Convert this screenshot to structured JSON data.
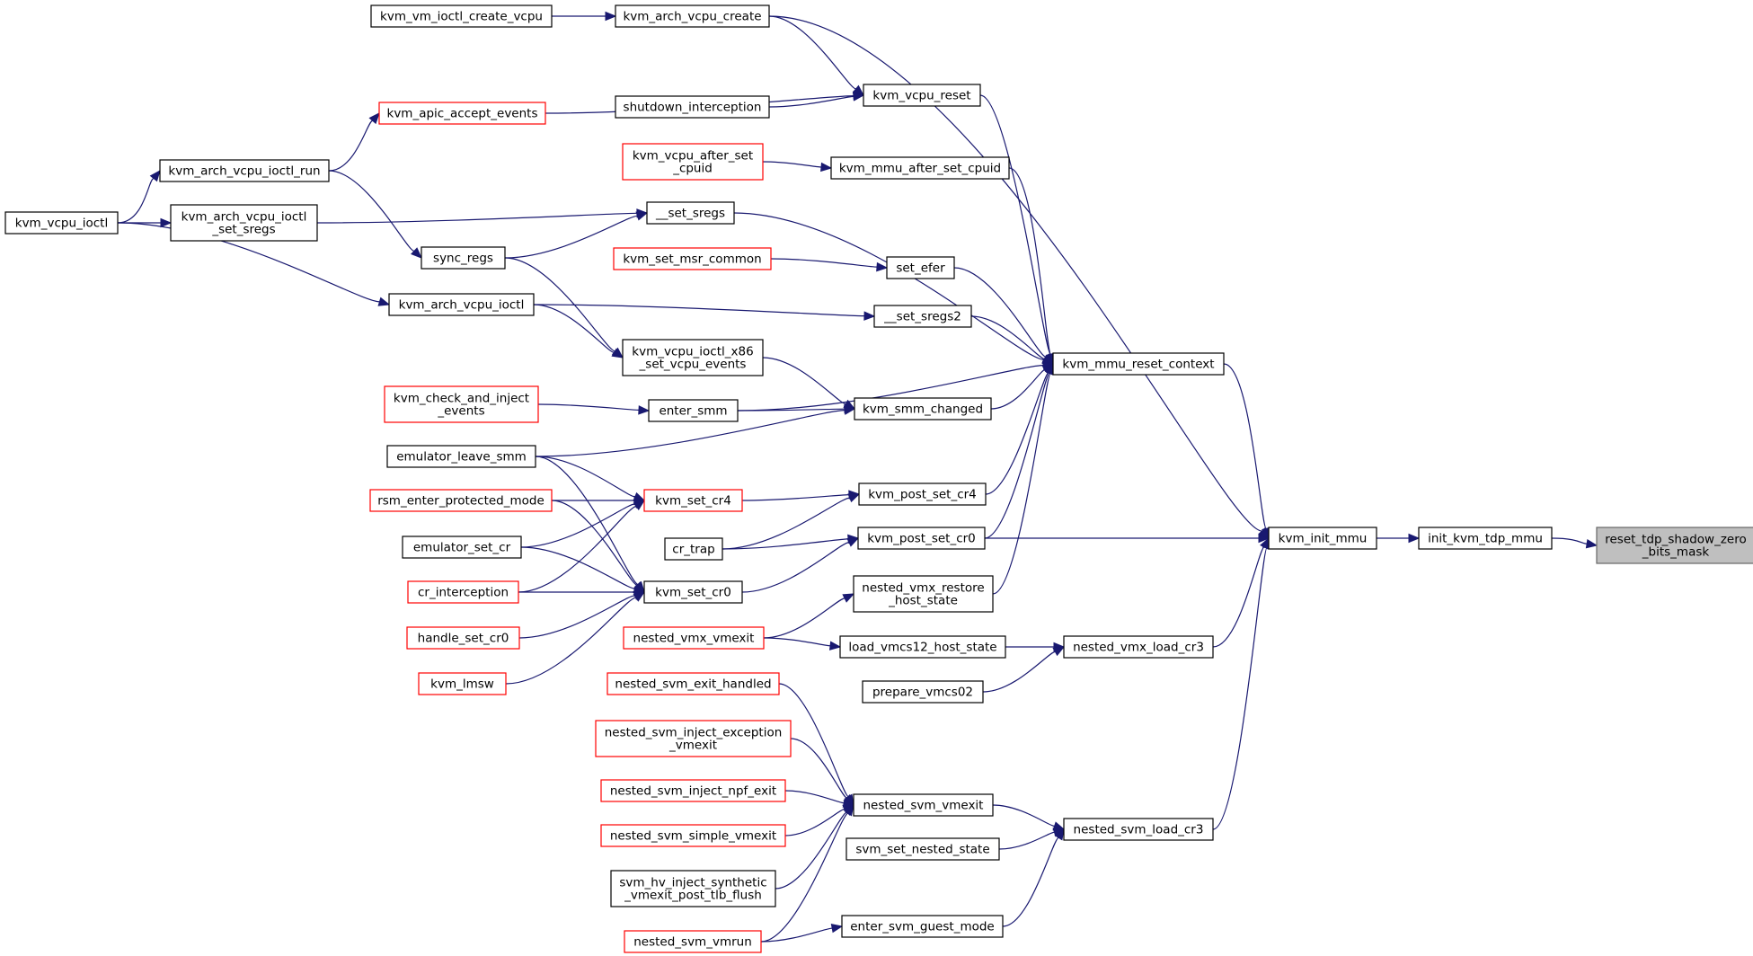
{
  "colors": {
    "edge": "#191970",
    "node_border": "#000000",
    "truncated_node_border": "#ff0000",
    "root_fill": "#bfbfbf",
    "root_border": "#666666"
  },
  "nodes": [
    {
      "id": "reset_tdp",
      "lines": [
        "reset_tdp_shadow_zero",
        "_bits_mask"
      ],
      "style": "root"
    },
    {
      "id": "init_kvm_tdp_mmu",
      "lines": [
        "init_kvm_tdp_mmu"
      ],
      "style": "normal"
    },
    {
      "id": "kvm_init_mmu",
      "lines": [
        "kvm_init_mmu"
      ],
      "style": "normal"
    },
    {
      "id": "kvm_mmu_reset_context",
      "lines": [
        "kvm_mmu_reset_context"
      ],
      "style": "normal"
    },
    {
      "id": "kvm_post_set_cr0",
      "lines": [
        "kvm_post_set_cr0"
      ],
      "style": "normal"
    },
    {
      "id": "nested_vmx_load_cr3",
      "lines": [
        "nested_vmx_load_cr3"
      ],
      "style": "normal"
    },
    {
      "id": "nested_svm_load_cr3",
      "lines": [
        "nested_svm_load_cr3"
      ],
      "style": "normal"
    },
    {
      "id": "kvm_arch_vcpu_create",
      "lines": [
        "kvm_arch_vcpu_create"
      ],
      "style": "normal"
    },
    {
      "id": "kvm_vm_ioctl_create_vcpu",
      "lines": [
        "kvm_vm_ioctl_create_vcpu"
      ],
      "style": "normal"
    },
    {
      "id": "kvm_vcpu_reset",
      "lines": [
        "kvm_vcpu_reset"
      ],
      "style": "normal"
    },
    {
      "id": "kvm_apic_accept_events",
      "lines": [
        "kvm_apic_accept_events"
      ],
      "style": "red"
    },
    {
      "id": "shutdown_interception",
      "lines": [
        "shutdown_interception"
      ],
      "style": "normal"
    },
    {
      "id": "kvm_arch_vcpu_ioctl_run",
      "lines": [
        "kvm_arch_vcpu_ioctl_run"
      ],
      "style": "normal"
    },
    {
      "id": "kvm_vcpu_ioctl",
      "lines": [
        "kvm_vcpu_ioctl"
      ],
      "style": "normal"
    },
    {
      "id": "kvm_arch_vcpu_ioctl_set_sregs",
      "lines": [
        "kvm_arch_vcpu_ioctl",
        "_set_sregs"
      ],
      "style": "normal"
    },
    {
      "id": "set_sregs",
      "lines": [
        "__set_sregs"
      ],
      "style": "normal"
    },
    {
      "id": "sync_regs",
      "lines": [
        "sync_regs"
      ],
      "style": "normal"
    },
    {
      "id": "kvm_vcpu_after_set_cpuid",
      "lines": [
        "kvm_vcpu_after_set",
        "_cpuid"
      ],
      "style": "red"
    },
    {
      "id": "kvm_mmu_after_set_cpuid",
      "lines": [
        "kvm_mmu_after_set_cpuid"
      ],
      "style": "normal"
    },
    {
      "id": "kvm_set_msr_common",
      "lines": [
        "kvm_set_msr_common"
      ],
      "style": "red"
    },
    {
      "id": "set_efer",
      "lines": [
        "set_efer"
      ],
      "style": "normal"
    },
    {
      "id": "kvm_arch_vcpu_ioctl",
      "lines": [
        "kvm_arch_vcpu_ioctl"
      ],
      "style": "normal"
    },
    {
      "id": "set_sregs2",
      "lines": [
        "__set_sregs2"
      ],
      "style": "normal"
    },
    {
      "id": "kvm_vcpu_ioctl_x86_set_vcpu_events",
      "lines": [
        "kvm_vcpu_ioctl_x86",
        "_set_vcpu_events"
      ],
      "style": "normal"
    },
    {
      "id": "kvm_check_and_inject_events",
      "lines": [
        "kvm_check_and_inject",
        "_events"
      ],
      "style": "red"
    },
    {
      "id": "enter_smm",
      "lines": [
        "enter_smm"
      ],
      "style": "normal"
    },
    {
      "id": "kvm_smm_changed",
      "lines": [
        "kvm_smm_changed"
      ],
      "style": "normal"
    },
    {
      "id": "emulator_leave_smm",
      "lines": [
        "emulator_leave_smm"
      ],
      "style": "normal"
    },
    {
      "id": "rsm_enter_protected_mode",
      "lines": [
        "rsm_enter_protected_mode"
      ],
      "style": "red"
    },
    {
      "id": "kvm_set_cr4",
      "lines": [
        "kvm_set_cr4"
      ],
      "style": "red"
    },
    {
      "id": "kvm_post_set_cr4",
      "lines": [
        "kvm_post_set_cr4"
      ],
      "style": "normal"
    },
    {
      "id": "emulator_set_cr",
      "lines": [
        "emulator_set_cr"
      ],
      "style": "normal"
    },
    {
      "id": "cr_trap",
      "lines": [
        "cr_trap"
      ],
      "style": "normal"
    },
    {
      "id": "cr_interception",
      "lines": [
        "cr_interception"
      ],
      "style": "red"
    },
    {
      "id": "kvm_set_cr0",
      "lines": [
        "kvm_set_cr0"
      ],
      "style": "normal"
    },
    {
      "id": "handle_set_cr0",
      "lines": [
        "handle_set_cr0"
      ],
      "style": "red"
    },
    {
      "id": "kvm_lmsw",
      "lines": [
        "kvm_lmsw"
      ],
      "style": "red"
    },
    {
      "id": "nested_vmx_restore_host_state",
      "lines": [
        "nested_vmx_restore",
        "_host_state"
      ],
      "style": "normal"
    },
    {
      "id": "nested_vmx_vmexit",
      "lines": [
        "nested_vmx_vmexit"
      ],
      "style": "red"
    },
    {
      "id": "load_vmcs12_host_state",
      "lines": [
        "load_vmcs12_host_state"
      ],
      "style": "normal"
    },
    {
      "id": "prepare_vmcs02",
      "lines": [
        "prepare_vmcs02"
      ],
      "style": "normal"
    },
    {
      "id": "nested_svm_exit_handled",
      "lines": [
        "nested_svm_exit_handled"
      ],
      "style": "red"
    },
    {
      "id": "nested_svm_inject_exception_vmexit",
      "lines": [
        "nested_svm_inject_exception",
        "_vmexit"
      ],
      "style": "red"
    },
    {
      "id": "nested_svm_inject_npf_exit",
      "lines": [
        "nested_svm_inject_npf_exit"
      ],
      "style": "red"
    },
    {
      "id": "nested_svm_vmexit",
      "lines": [
        "nested_svm_vmexit"
      ],
      "style": "normal"
    },
    {
      "id": "nested_svm_simple_vmexit",
      "lines": [
        "nested_svm_simple_vmexit"
      ],
      "style": "red"
    },
    {
      "id": "svm_hv_inject_synthetic",
      "lines": [
        "svm_hv_inject_synthetic",
        "_vmexit_post_tlb_flush"
      ],
      "style": "normal"
    },
    {
      "id": "svm_set_nested_state",
      "lines": [
        "svm_set_nested_state"
      ],
      "style": "normal"
    },
    {
      "id": "nested_svm_vmrun",
      "lines": [
        "nested_svm_vmrun"
      ],
      "style": "red"
    },
    {
      "id": "enter_svm_guest_mode",
      "lines": [
        "enter_svm_guest_mode"
      ],
      "style": "normal"
    }
  ],
  "edges": [
    {
      "from": "init_kvm_tdp_mmu",
      "to": "reset_tdp"
    },
    {
      "from": "kvm_init_mmu",
      "to": "init_kvm_tdp_mmu"
    },
    {
      "from": "kvm_mmu_reset_context",
      "to": "kvm_init_mmu"
    },
    {
      "from": "kvm_post_set_cr0",
      "to": "kvm_init_mmu"
    },
    {
      "from": "nested_vmx_load_cr3",
      "to": "kvm_init_mmu"
    },
    {
      "from": "nested_svm_load_cr3",
      "to": "kvm_init_mmu"
    },
    {
      "from": "kvm_arch_vcpu_create",
      "to": "kvm_init_mmu"
    },
    {
      "from": "kvm_vm_ioctl_create_vcpu",
      "to": "kvm_arch_vcpu_create"
    },
    {
      "from": "kvm_arch_vcpu_create",
      "to": "kvm_vcpu_reset"
    },
    {
      "from": "kvm_apic_accept_events",
      "to": "kvm_vcpu_reset"
    },
    {
      "from": "shutdown_interception",
      "to": "kvm_vcpu_reset"
    },
    {
      "from": "kvm_vcpu_reset",
      "to": "kvm_mmu_reset_context"
    },
    {
      "from": "kvm_arch_vcpu_ioctl_run",
      "to": "kvm_apic_accept_events"
    },
    {
      "from": "kvm_vcpu_ioctl",
      "to": "kvm_arch_vcpu_ioctl_run"
    },
    {
      "from": "kvm_arch_vcpu_ioctl_run",
      "to": "sync_regs"
    },
    {
      "from": "kvm_vcpu_ioctl",
      "to": "kvm_arch_vcpu_ioctl_set_sregs"
    },
    {
      "from": "kvm_arch_vcpu_ioctl_set_sregs",
      "to": "set_sregs"
    },
    {
      "from": "sync_regs",
      "to": "set_sregs"
    },
    {
      "from": "set_sregs",
      "to": "kvm_mmu_reset_context"
    },
    {
      "from": "kvm_vcpu_after_set_cpuid",
      "to": "kvm_mmu_after_set_cpuid"
    },
    {
      "from": "kvm_mmu_after_set_cpuid",
      "to": "kvm_mmu_reset_context"
    },
    {
      "from": "kvm_set_msr_common",
      "to": "set_efer"
    },
    {
      "from": "set_efer",
      "to": "kvm_mmu_reset_context"
    },
    {
      "from": "kvm_vcpu_ioctl",
      "to": "kvm_arch_vcpu_ioctl"
    },
    {
      "from": "kvm_arch_vcpu_ioctl",
      "to": "set_sregs2"
    },
    {
      "from": "set_sregs2",
      "to": "kvm_mmu_reset_context"
    },
    {
      "from": "kvm_arch_vcpu_ioctl",
      "to": "kvm_vcpu_ioctl_x86_set_vcpu_events"
    },
    {
      "from": "sync_regs",
      "to": "kvm_vcpu_ioctl_x86_set_vcpu_events"
    },
    {
      "from": "kvm_vcpu_ioctl_x86_set_vcpu_events",
      "to": "kvm_smm_changed"
    },
    {
      "from": "kvm_check_and_inject_events",
      "to": "enter_smm"
    },
    {
      "from": "enter_smm",
      "to": "kvm_smm_changed"
    },
    {
      "from": "enter_smm",
      "to": "kvm_mmu_reset_context"
    },
    {
      "from": "emulator_leave_smm",
      "to": "kvm_smm_changed"
    },
    {
      "from": "kvm_smm_changed",
      "to": "kvm_mmu_reset_context"
    },
    {
      "from": "emulator_leave_smm",
      "to": "kvm_set_cr4"
    },
    {
      "from": "rsm_enter_protected_mode",
      "to": "kvm_set_cr4"
    },
    {
      "from": "emulator_set_cr",
      "to": "kvm_set_cr4"
    },
    {
      "from": "cr_interception",
      "to": "kvm_set_cr4"
    },
    {
      "from": "kvm_set_cr4",
      "to": "kvm_post_set_cr4"
    },
    {
      "from": "cr_trap",
      "to": "kvm_post_set_cr4"
    },
    {
      "from": "kvm_post_set_cr4",
      "to": "kvm_mmu_reset_context"
    },
    {
      "from": "cr_trap",
      "to": "kvm_post_set_cr0"
    },
    {
      "from": "kvm_set_cr0",
      "to": "kvm_post_set_cr0"
    },
    {
      "from": "kvm_post_set_cr0",
      "to": "kvm_mmu_reset_context"
    },
    {
      "from": "emulator_leave_smm",
      "to": "kvm_set_cr0"
    },
    {
      "from": "rsm_enter_protected_mode",
      "to": "kvm_set_cr0"
    },
    {
      "from": "emulator_set_cr",
      "to": "kvm_set_cr0"
    },
    {
      "from": "cr_interception",
      "to": "kvm_set_cr0"
    },
    {
      "from": "handle_set_cr0",
      "to": "kvm_set_cr0"
    },
    {
      "from": "kvm_lmsw",
      "to": "kvm_set_cr0"
    },
    {
      "from": "nested_vmx_restore_host_state",
      "to": "kvm_mmu_reset_context"
    },
    {
      "from": "nested_vmx_vmexit",
      "to": "nested_vmx_restore_host_state"
    },
    {
      "from": "nested_vmx_vmexit",
      "to": "load_vmcs12_host_state"
    },
    {
      "from": "load_vmcs12_host_state",
      "to": "nested_vmx_load_cr3"
    },
    {
      "from": "prepare_vmcs02",
      "to": "nested_vmx_load_cr3"
    },
    {
      "from": "nested_svm_exit_handled",
      "to": "nested_svm_vmexit"
    },
    {
      "from": "nested_svm_inject_exception_vmexit",
      "to": "nested_svm_vmexit"
    },
    {
      "from": "nested_svm_inject_npf_exit",
      "to": "nested_svm_vmexit"
    },
    {
      "from": "nested_svm_simple_vmexit",
      "to": "nested_svm_vmexit"
    },
    {
      "from": "svm_hv_inject_synthetic",
      "to": "nested_svm_vmexit"
    },
    {
      "from": "nested_svm_vmrun",
      "to": "nested_svm_vmexit"
    },
    {
      "from": "nested_svm_vmexit",
      "to": "nested_svm_load_cr3"
    },
    {
      "from": "svm_set_nested_state",
      "to": "nested_svm_load_cr3"
    },
    {
      "from": "nested_svm_vmrun",
      "to": "enter_svm_guest_mode"
    },
    {
      "from": "enter_svm_guest_mode",
      "to": "nested_svm_load_cr3"
    }
  ]
}
